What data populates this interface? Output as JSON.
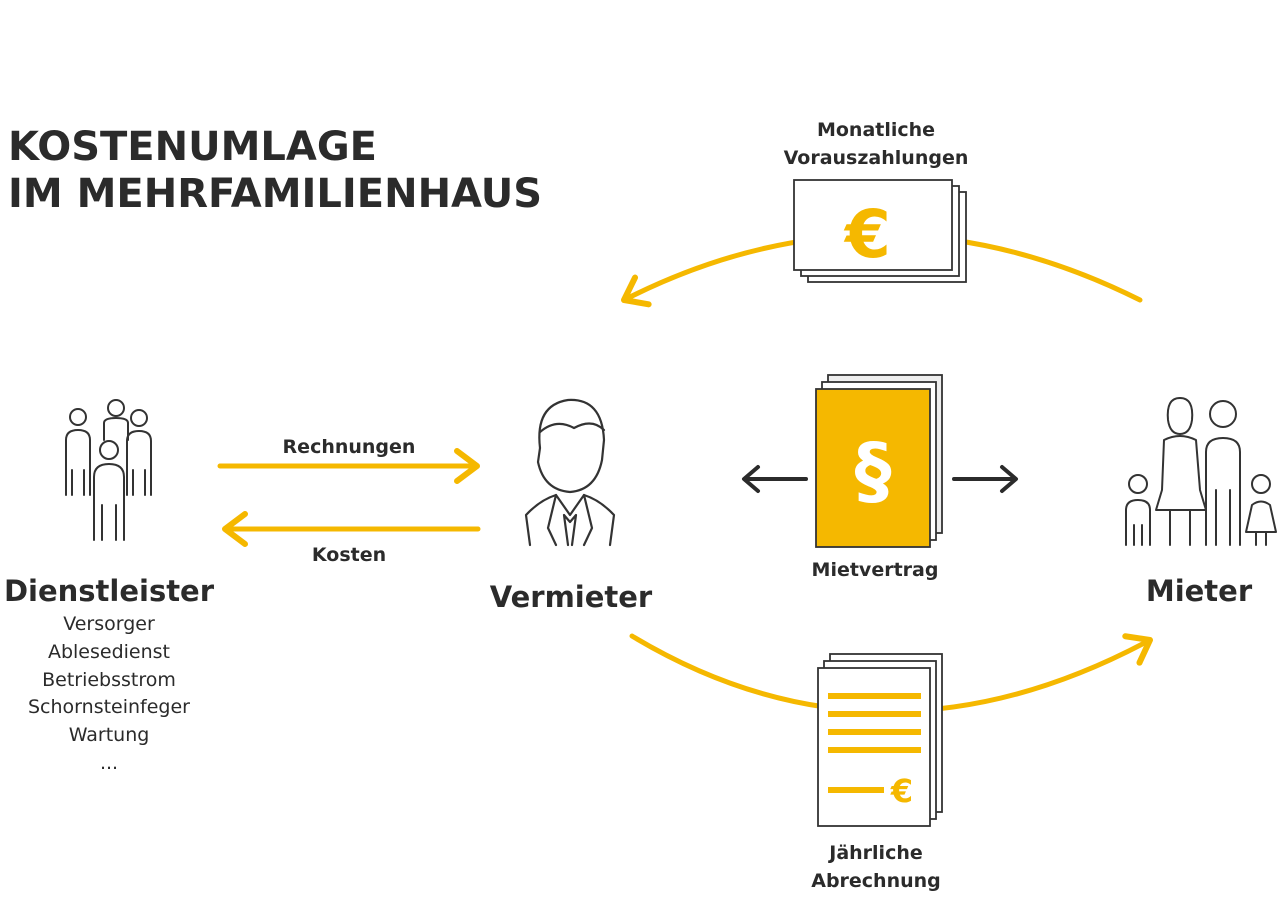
{
  "title": {
    "line1": "KOSTENUMLAGE",
    "line2": "IM MEHRFAMILIENHAUS"
  },
  "nodes": {
    "dienstleister": {
      "label": "Dienstleister",
      "items": [
        "Versorger",
        "Ablesedienst",
        "Betriebsstrom",
        "Schornsteinfeger",
        "Wartung",
        "..."
      ]
    },
    "vermieter": {
      "label": "Vermieter"
    },
    "mieter": {
      "label": "Mieter"
    }
  },
  "flows": {
    "rechnungen": "Rechnungen",
    "kosten": "Kosten",
    "vorauszahlungen_line1": "Monatliche",
    "vorauszahlungen_line2": "Vorauszahlungen",
    "mietvertrag": "Mietvertrag",
    "abrechnung_line1": "Jährliche",
    "abrechnung_line2": "Abrechnung"
  },
  "symbols": {
    "euro": "€",
    "paragraph": "§"
  },
  "colors": {
    "accent": "#F5B800",
    "text": "#2b2b2b",
    "line": "#333333"
  },
  "icons": [
    "group-of-people-icon",
    "businessman-icon",
    "family-icon",
    "banknote-icon",
    "contract-icon",
    "invoice-document-icon"
  ]
}
